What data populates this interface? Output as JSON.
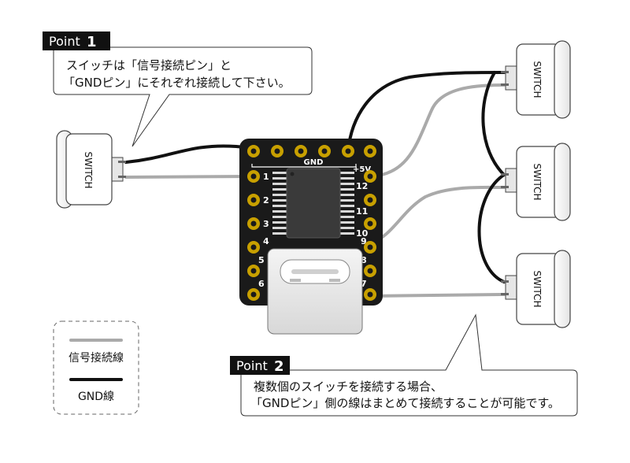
{
  "point1": {
    "tag_word": "Point",
    "tag_num": "1",
    "line1": "スイッチは「信号接続ピン」と",
    "line2": "「GNDピン」にそれぞれ接続して下さい。"
  },
  "point2": {
    "tag_word": "Point",
    "tag_num": "2",
    "line1": "複数個のスイッチを接続する場合、",
    "line2": "「GNDピン」側の線はまとめて接続することが可能です。"
  },
  "switch_label": "SWITCH",
  "board": {
    "gnd_label": "GND",
    "v5_label": "+5V",
    "left_pins": [
      "1",
      "2",
      "3",
      "4",
      "5",
      "6"
    ],
    "right_pins": [
      "12",
      "11",
      "10",
      "9",
      "8",
      "7"
    ]
  },
  "legend": {
    "signal_label": "信号接続線",
    "gnd_label": "GND線"
  },
  "colors": {
    "gnd_wire": "#111111",
    "signal_wire": "#aaaaaa",
    "board": "#1a1a1a",
    "pad": "#c8a000"
  }
}
